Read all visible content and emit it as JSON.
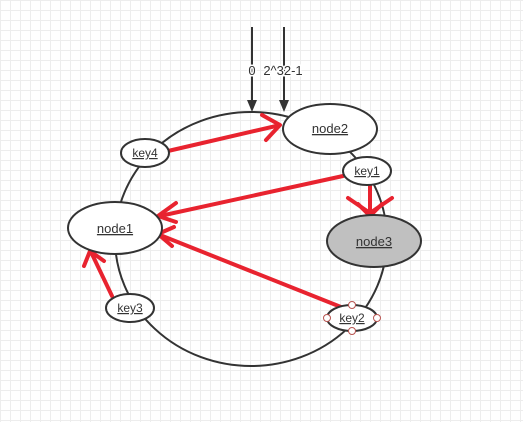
{
  "diagram": {
    "hash_start_label": "0",
    "hash_end_label": "2^32-1",
    "nodes": [
      {
        "id": "node1",
        "label": "node1"
      },
      {
        "id": "node2",
        "label": "node2"
      },
      {
        "id": "node3",
        "label": "node3"
      }
    ],
    "keys": [
      {
        "id": "key1",
        "label": "key1"
      },
      {
        "id": "key2",
        "label": "key2"
      },
      {
        "id": "key3",
        "label": "key3"
      },
      {
        "id": "key4",
        "label": "key4"
      }
    ],
    "mappings": [
      {
        "from": "key4",
        "to": "node2"
      },
      {
        "from": "key1",
        "to": "node1"
      },
      {
        "from": "key1",
        "to": "node3"
      },
      {
        "from": "key2",
        "to": "node1"
      },
      {
        "from": "key3",
        "to": "node1"
      }
    ],
    "colors": {
      "stroke": "#333333",
      "arrow": "#e8232f",
      "node_fill": "#ffffff",
      "node3_fill": "#c0c0c0",
      "grid": "#ededed",
      "selection_handle": "#b85450"
    }
  }
}
